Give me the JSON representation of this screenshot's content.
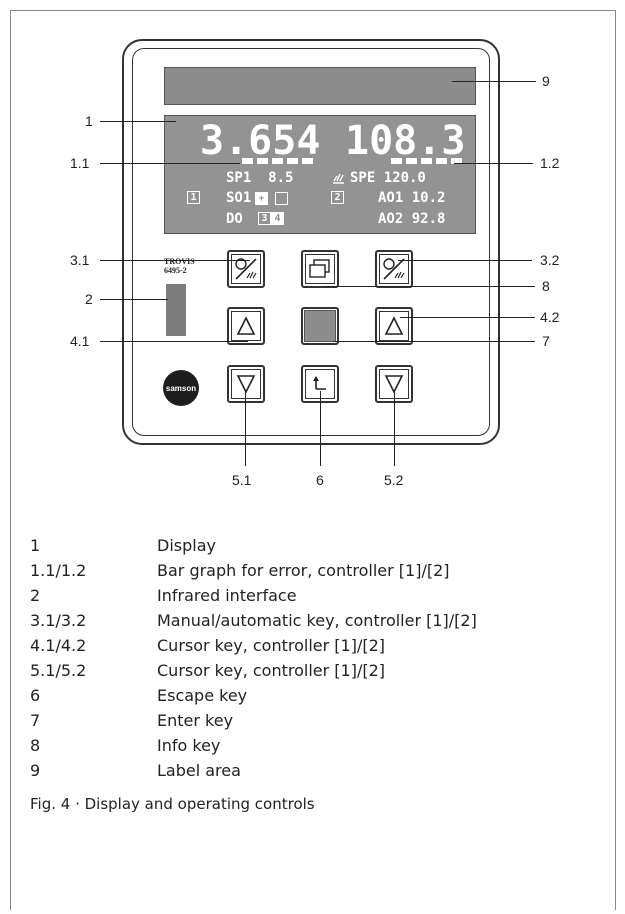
{
  "display": {
    "value_left": "3.654",
    "value_right": "108.3",
    "row1_left": "SP1  8.5",
    "row1_right": "SPE 120.0",
    "row2_left": "SO1",
    "row2_right": "AO1 10.2",
    "row3_left": "DO",
    "row3_right": "AO2 92.8",
    "ind_1": "1",
    "ind_2": "2",
    "ind_3": "3",
    "ind_4": "4"
  },
  "brand": {
    "trovis_line1": "TROVIS",
    "trovis_line2": "6495-2",
    "logo": "samson"
  },
  "callouts": {
    "c1": "1",
    "c1_1": "1.1",
    "c1_2": "1.2",
    "c2": "2",
    "c3_1": "3.1",
    "c3_2": "3.2",
    "c4_1": "4.1",
    "c4_2": "4.2",
    "c5_1": "5.1",
    "c5_2": "5.2",
    "c6": "6",
    "c7": "7",
    "c8": "8",
    "c9": "9"
  },
  "legend": [
    {
      "num": "1",
      "text": "Display"
    },
    {
      "num": "1.1/1.2",
      "text": "Bar graph for error, controller [1]/[2]"
    },
    {
      "num": "2",
      "text": "Infrared interface"
    },
    {
      "num": "3.1/3.2",
      "text": "Manual/automatic key, controller [1]/[2]"
    },
    {
      "num": "4.1/4.2",
      "text": "Cursor key, controller [1]/[2]"
    },
    {
      "num": "5.1/5.2",
      "text": "Cursor key, controller [1]/[2]"
    },
    {
      "num": "6",
      "text": "Escape key"
    },
    {
      "num": "7",
      "text": "Enter key"
    },
    {
      "num": "8",
      "text": "Info key"
    },
    {
      "num": "9",
      "text": "Label area"
    }
  ],
  "caption": "Fig. 4 · Display and operating controls",
  "colors": {
    "lcd_background": "#939393",
    "label_area": "#8d8d8d",
    "text": "#222222"
  }
}
